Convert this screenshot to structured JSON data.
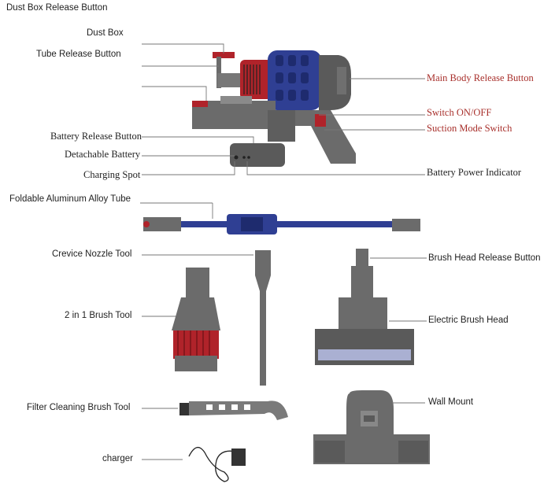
{
  "labels": {
    "dust_box_release_button": "Dust Box Release Button",
    "dust_box": "Dust Box",
    "tube_release_button": "Tube Release Button",
    "main_body_release_button": "Main Body Release Button",
    "switch_on_off": "Switch ON/OFF",
    "suction_mode_switch": "Suction Mode Switch",
    "battery_release_button": "Battery Release Button",
    "detachable_battery": "Detachable Battery",
    "charging_spot": "Charging Spot",
    "battery_power_indicator": "Battery Power Indicator",
    "foldable_tube": "Foldable Aluminum Alloy Tube",
    "crevice_nozzle_tool": "Crevice Nozzle Tool",
    "brush_head_release_button": "Brush Head Release Button",
    "two_in_one_brush_tool": "2 in 1 Brush Tool",
    "electric_brush_head": "Electric Brush Head",
    "filter_cleaning_brush_tool": "Filter Cleaning Brush Tool",
    "wall_mount": "Wall Mount",
    "charger": "charger"
  },
  "colors": {
    "body_gray": "#6b6b6b",
    "dark_gray": "#4a4a4a",
    "accent_red": "#b0232a",
    "tube_blue": "#2f3f93",
    "label_red": "#a8302c"
  }
}
